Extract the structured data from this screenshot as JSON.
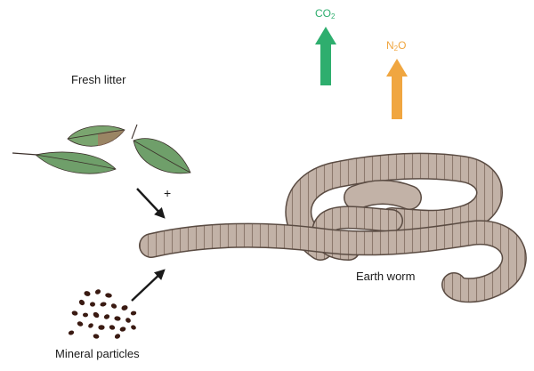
{
  "labels": {
    "fresh_litter": "Fresh litter",
    "mineral_particles": "Mineral particles",
    "earth_worm": "Earth worm",
    "plus": "+"
  },
  "gases": {
    "co2": {
      "main": "CO",
      "sub": "2",
      "suffix": "",
      "color": "#2eae6e"
    },
    "n2o": {
      "main": "N",
      "sub": "2",
      "suffix": "O",
      "color": "#f0a640"
    }
  },
  "colors": {
    "worm_fill": "#c2b2a7",
    "worm_stroke": "#5a4b42",
    "leaf_fill": "#6f9f6a",
    "leaf_tint": "#a8775f",
    "particle": "#3a1a12",
    "arrow": "#1a1a1a"
  },
  "icons": [
    "leaf-icon",
    "worm-icon",
    "arrow-icon",
    "particle-icon"
  ]
}
